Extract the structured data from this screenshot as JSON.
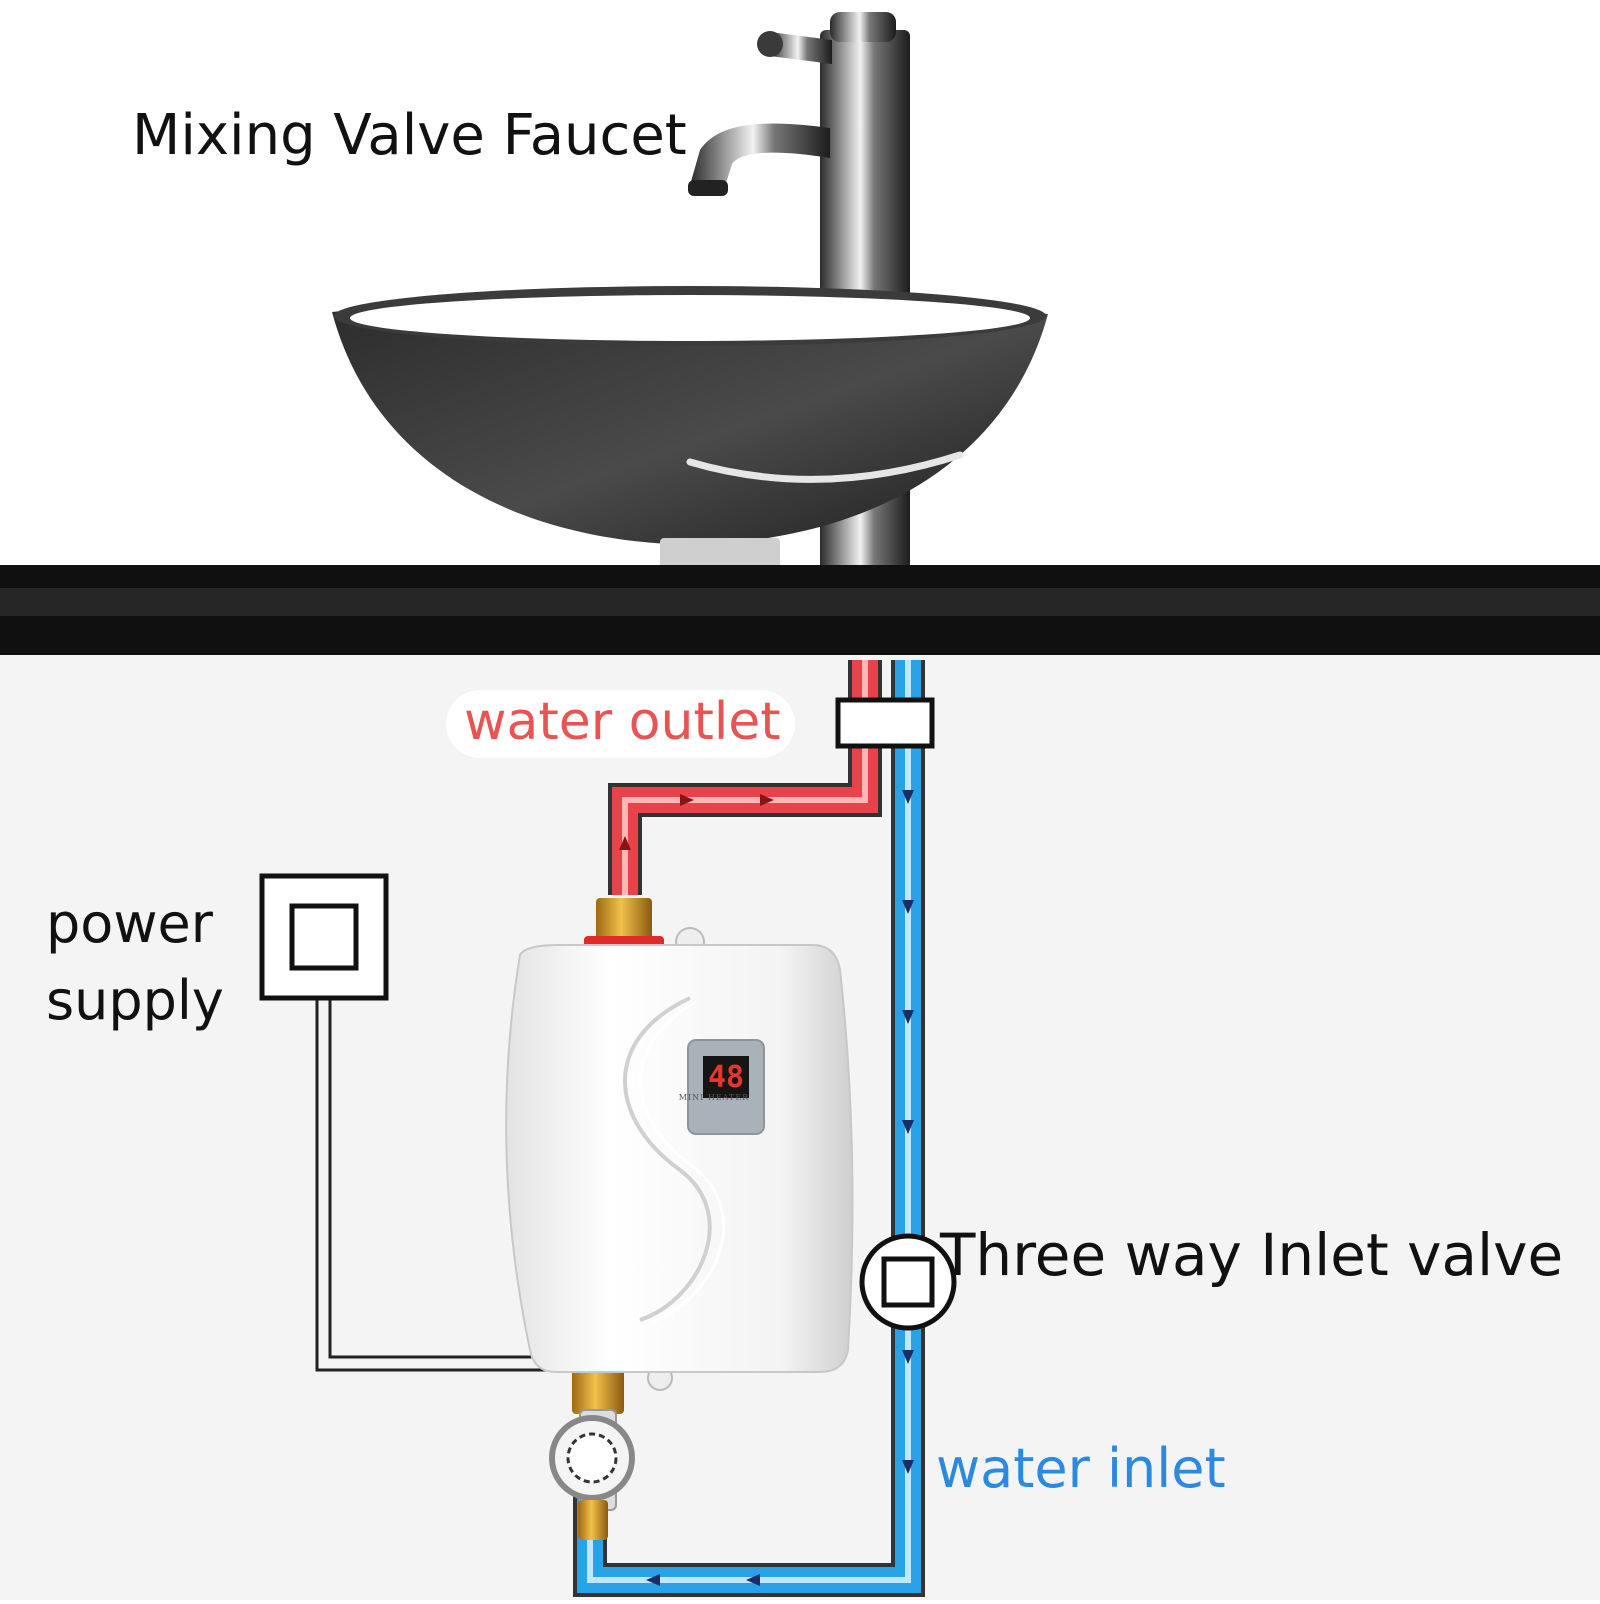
{
  "labels": {
    "faucet": "Mixing Valve Faucet",
    "water_outlet": "water outlet",
    "power_supply": "power supply",
    "three_way_valve": "Three way Inlet valve",
    "water_inlet": "water inlet"
  },
  "heater": {
    "display_value": "48",
    "brand": "MINI HEATER"
  },
  "colors": {
    "hot_pipe": "#e8434a",
    "cold_pipe": "#2aa3e6",
    "outlet_label": "#e85454",
    "inlet_label": "#2b8ae0",
    "counter": "#101010",
    "wall": "#f4f4f4"
  }
}
